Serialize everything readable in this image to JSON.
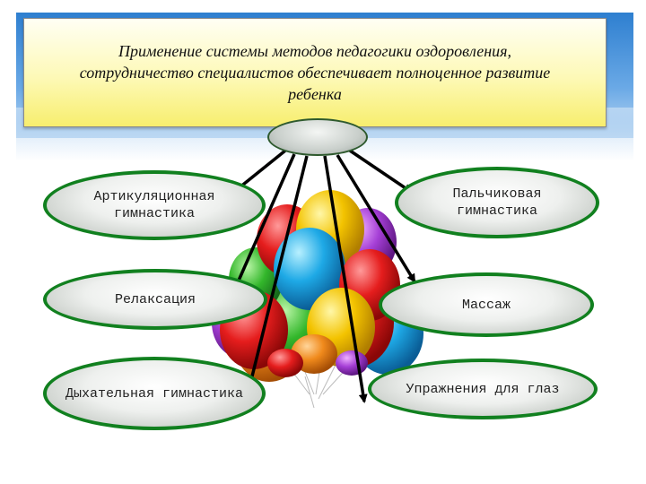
{
  "title": "Применение системы методов педагогики оздоровления, сотрудничество  специалистов обеспечивает полноценное развитие  ребенка",
  "nodes": {
    "articulation": "Артикуляционная гимнастика",
    "relaxation": "Релаксация",
    "breathing": "Дыхательная гимнастика",
    "finger": "Пальчиковая гимнастика",
    "massage": "Массаж",
    "eyes": "Упражнения  для глаз"
  },
  "colors": {
    "node_border": "#11801f",
    "title_fill": "#fdf9b6",
    "sky": "#2e7fd0",
    "arrow": "#000000"
  },
  "decoration": "balloons-image"
}
